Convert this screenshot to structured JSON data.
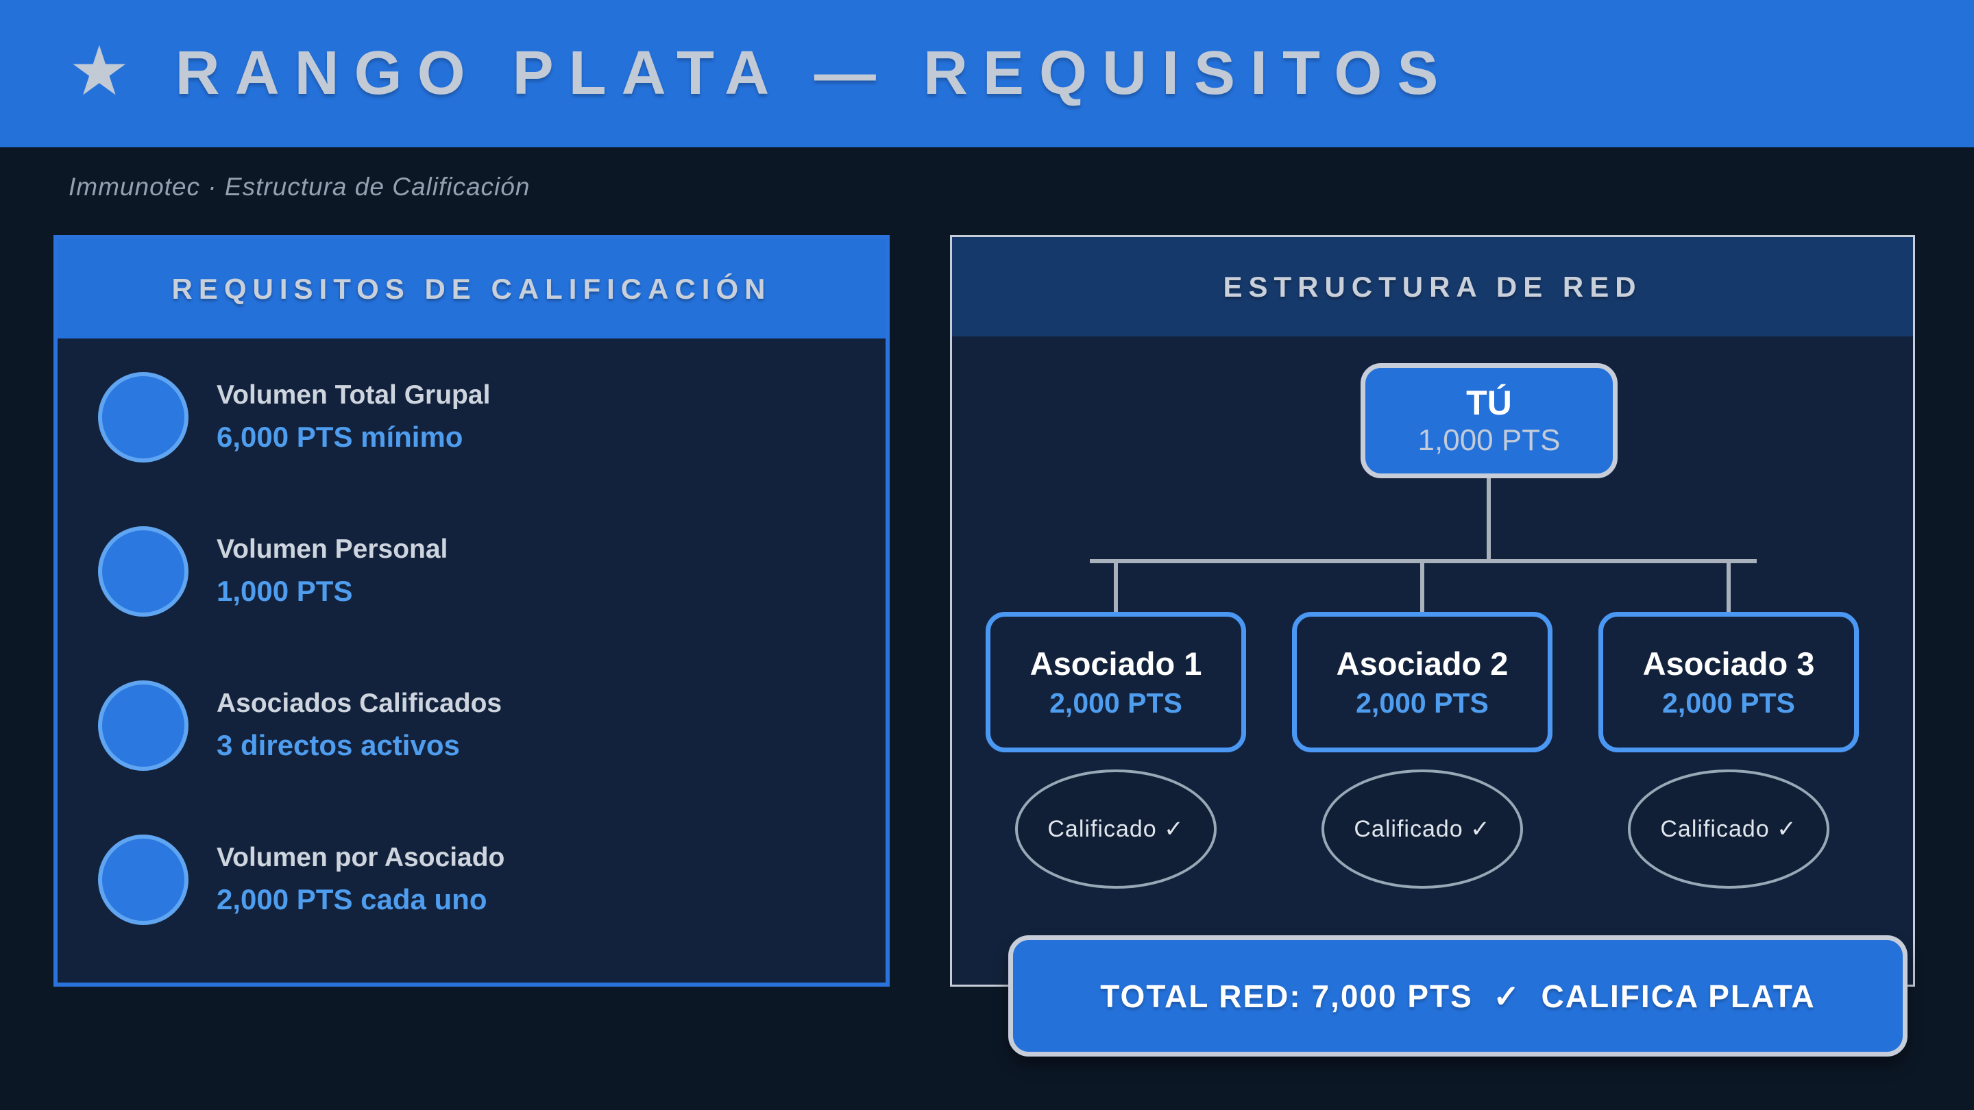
{
  "header": {
    "icon": "★",
    "title": "RANGO PLATA — REQUISITOS"
  },
  "breadcrumb": {
    "text": "Immunotec  ·  Estructura de Calificación"
  },
  "requirements_panel": {
    "title": "REQUISITOS DE CALIFICACIÓN",
    "items": [
      {
        "label": "Volumen Total Grupal",
        "value": "6,000 PTS mínimo"
      },
      {
        "label": "Volumen Personal",
        "value": "1,000 PTS"
      },
      {
        "label": "Asociados Calificados",
        "value": "3 directos activos"
      },
      {
        "label": "Volumen por Asociado",
        "value": "2,000 PTS cada uno"
      }
    ]
  },
  "network_panel": {
    "title": "ESTRUCTURA DE RED",
    "root_node": {
      "name": "TÚ",
      "points": "1,000 PTS"
    },
    "child_nodes": [
      {
        "name": "Asociado 1",
        "points": "2,000 PTS",
        "status": "Calificado ✓"
      },
      {
        "name": "Asociado 2",
        "points": "2,000 PTS",
        "status": "Calificado ✓"
      },
      {
        "name": "Asociado 3",
        "points": "2,000 PTS",
        "status": "Calificado ✓"
      }
    ],
    "total_banner": "TOTAL RED: 7,000 PTS  ✓  CALIFICA PLATA"
  },
  "colors": {
    "page_background": "#0c1726",
    "panel_background": "#13223c",
    "primary_blue": "#2471da",
    "accent_text_blue": "#4f9def",
    "node_border_blue": "#4b98f4",
    "silver": "#c7ced9",
    "network_header_navy": "#16396b",
    "connector_gray": "#a9b2bc"
  }
}
